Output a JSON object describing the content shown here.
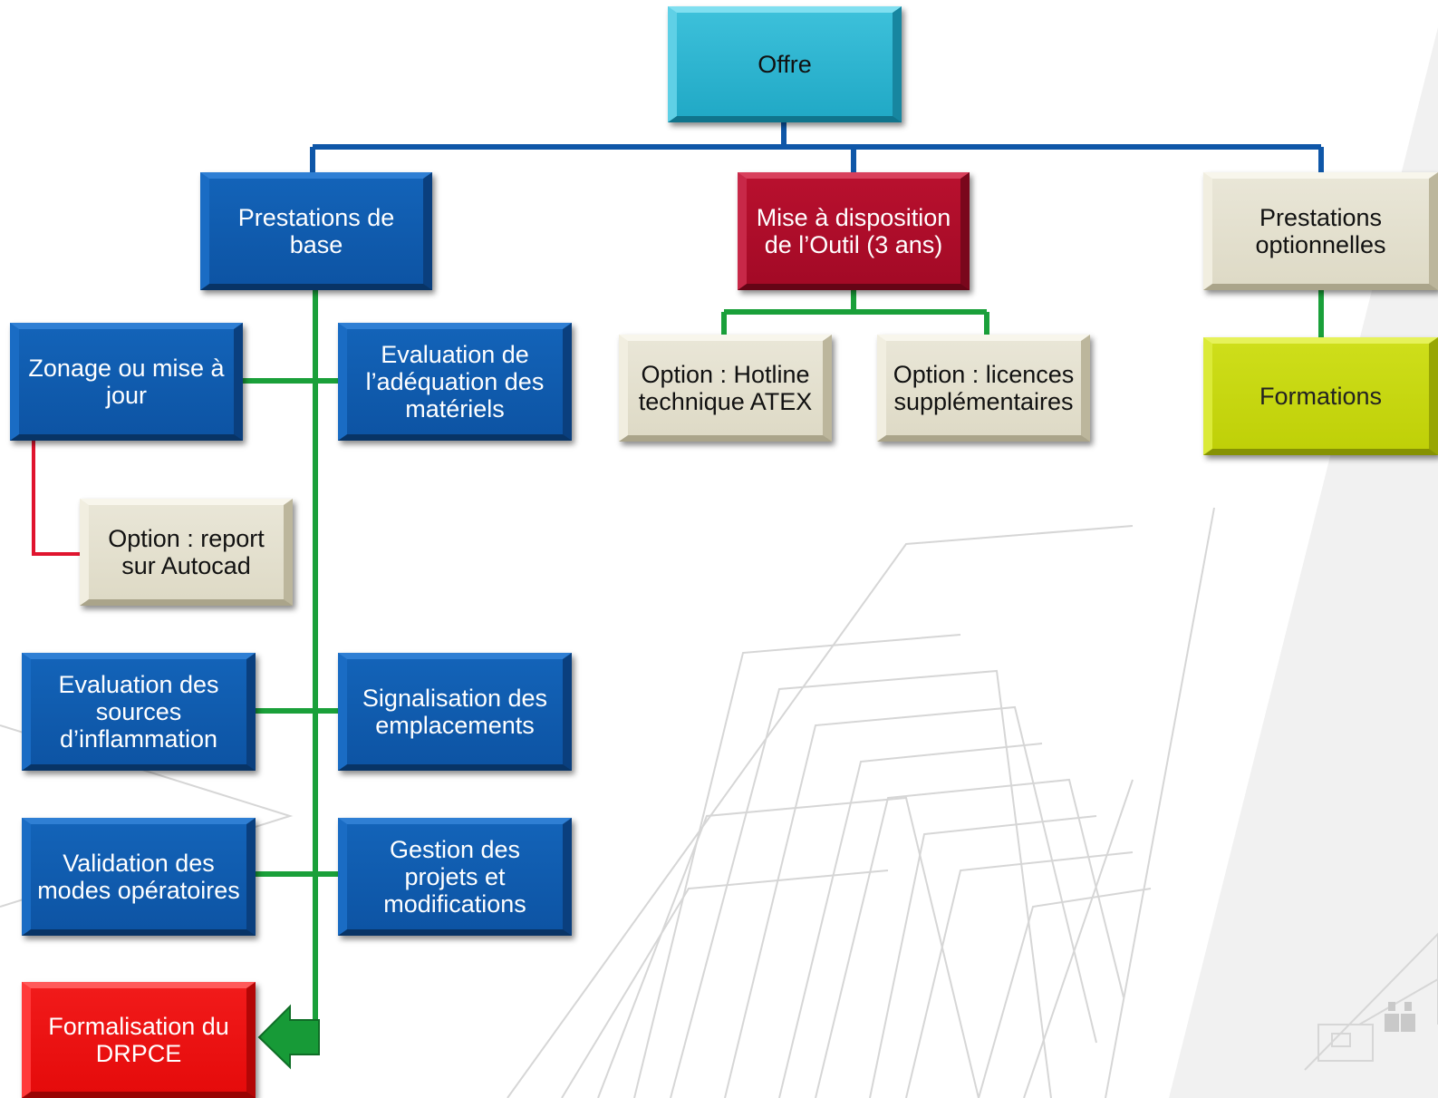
{
  "diagram": {
    "root": {
      "label": "Offre"
    },
    "branches": {
      "base": {
        "label": "Prestations de base"
      },
      "tool": {
        "label": "Mise à disposition de l’Outil (3 ans)"
      },
      "optional": {
        "label": "Prestations optionnelles"
      }
    },
    "base_items": {
      "zonage": "Zonage ou mise à jour",
      "report_autocad": "Option : report sur Autocad",
      "adequation": "Evaluation de l’adéquation des matériels",
      "sources": "Evaluation des sources d’inflammation",
      "signalisation": "Signalisation des emplacements",
      "validation": "Validation des modes opératoires",
      "gestion": "Gestion des projets et modifications",
      "drpce": "Formalisation du DRPCE"
    },
    "tool_items": {
      "hotline": "Option : Hotline technique ATEX",
      "licences": "Option : licences supplémentaires"
    },
    "optional_items": {
      "formations": "Formations"
    }
  },
  "colors": {
    "connector_blue": "#0f57a8",
    "connector_green": "#1aa03a",
    "connector_red": "#e0142e",
    "arrow_green": "#179a37"
  }
}
